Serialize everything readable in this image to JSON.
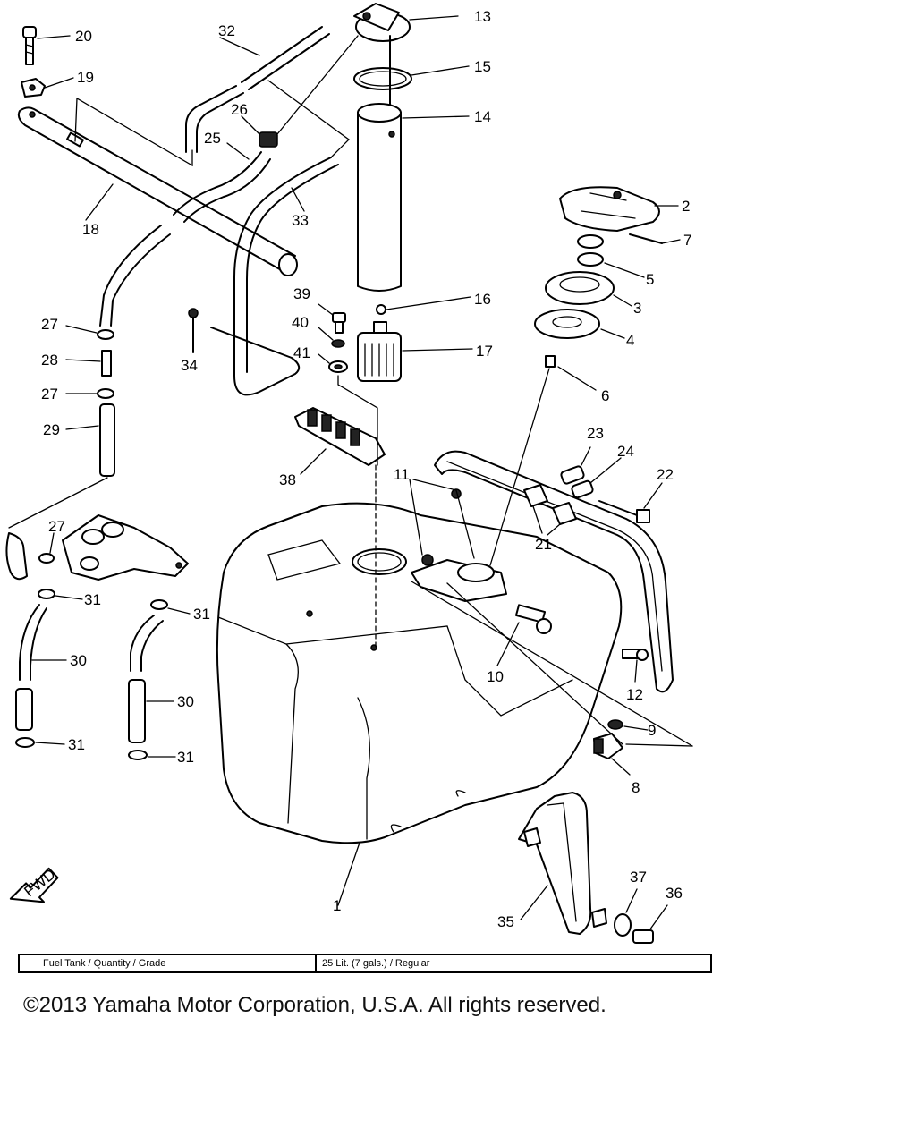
{
  "diagram": {
    "callouts": {
      "p1": "1",
      "p2": "2",
      "p3": "3",
      "p4": "4",
      "p5": "5",
      "p6": "6",
      "p7": "7",
      "p8": "8",
      "p9": "9",
      "p10": "10",
      "p11": "11",
      "p12": "12",
      "p13": "13",
      "p14": "14",
      "p15": "15",
      "p16": "16",
      "p17": "17",
      "p18": "18",
      "p19": "19",
      "p20": "20",
      "p21": "21",
      "p22": "22",
      "p23": "23",
      "p24": "24",
      "p25": "25",
      "p26": "26",
      "p27a": "27",
      "p27b": "27",
      "p27c": "27",
      "p28": "28",
      "p29": "29",
      "p30a": "30",
      "p30b": "30",
      "p31a": "31",
      "p31b": "31",
      "p31c": "31",
      "p31d": "31",
      "p32": "32",
      "p33": "33",
      "p34": "34",
      "p35": "35",
      "p36": "36",
      "p37": "37",
      "p38": "38",
      "p39": "39",
      "p40": "40",
      "p41": "41"
    },
    "fwd_label": "FWD"
  },
  "spec_table": {
    "label": "Fuel Tank / Quantity / Grade",
    "value": "25 Lit. (7 gals.) / Regular"
  },
  "copyright": "©2013 Yamaha Motor Corporation, U.S.A. All rights reserved."
}
